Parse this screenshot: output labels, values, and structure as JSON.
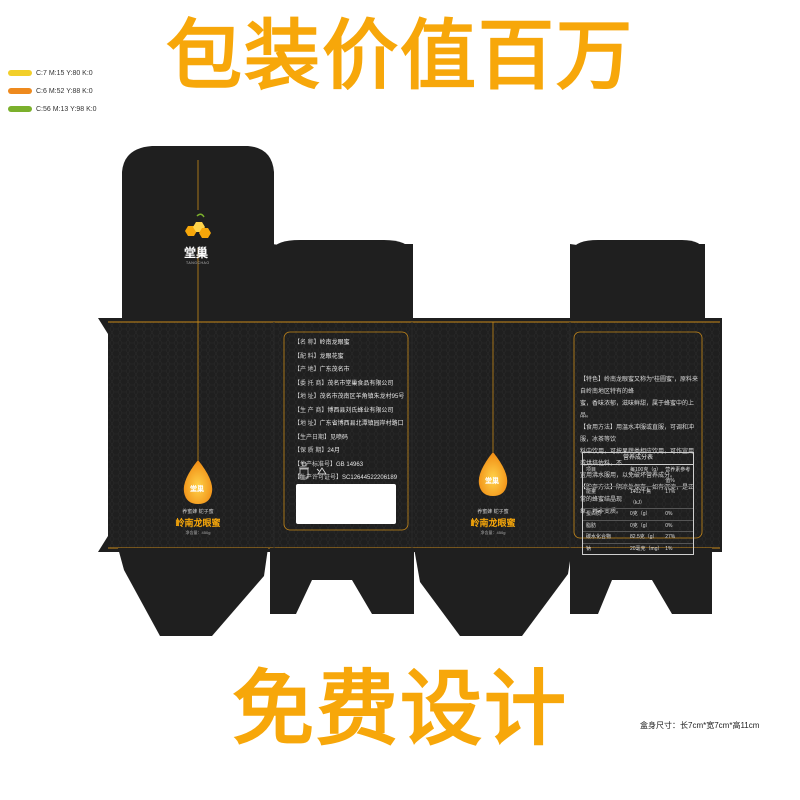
{
  "headline_top": "包装价值百万",
  "headline_bottom": "免费设计",
  "color_swatches": [
    {
      "code": "C:7 M:15 Y:80 K:0",
      "color": "#f2cf2a"
    },
    {
      "code": "C:6 M:52 Y:88 K:0",
      "color": "#ee8a1e"
    },
    {
      "code": "C:56 M:13 Y:98 K:0",
      "color": "#7bb02c"
    }
  ],
  "brand": {
    "name": "堂巢",
    "sub": "TANGCHAO"
  },
  "product": {
    "tagline": "养蜜蜂  蛇子蜜",
    "name": "岭南龙眼蜜",
    "net_weight": "净含量：450g"
  },
  "specs": [
    {
      "key": "【名      称】",
      "value": "岭南龙眼蜜"
    },
    {
      "key": "【配      料】",
      "value": "龙眼花蜜"
    },
    {
      "key": "【产      地】",
      "value": "广东茂名市"
    },
    {
      "key": "【委 托 商】",
      "value": "茂名市堂巢食品有限公司"
    },
    {
      "key": "【地      址】",
      "value": "茂名市茂南区羊角镇朱龙村95号"
    },
    {
      "key": "【生 产 商】",
      "value": "博西县刘氏蜂业有限公司"
    },
    {
      "key": "【地      址】",
      "value": "广东省博西县北潭镇园岸村路口"
    },
    {
      "key": "【生产日期】",
      "value": "见喷码"
    },
    {
      "key": "【保 质 期】",
      "value": "24月"
    },
    {
      "key": "【生产标准号】",
      "value": "GB 14963"
    },
    {
      "key": "【生产许可证号】",
      "value": "SC12644522206189"
    }
  ],
  "description": [
    "【特色】岭南龙眼蜜又称为“桂圆蜜”，原料来自岭南地区特有的蜂",
    "蜜，香味浓郁，滋味鲜甜，属于蜂蜜中的上品。",
    "【食用方法】用温水冲服或直服，可调和冲服，冰茶等饮",
    "料中饮用，可按果蔬类相应饮用，可作宜用或烘焙佐料，不",
    "宜用沸水服用，以免破坏营养成分。",
    "【贮存方法】阴凉处保存，如有沉淀，是正常的蜂蜜结晶现",
    "象，并非变质。"
  ],
  "nutrition": {
    "title": "营养成分表",
    "headers": [
      "项目",
      "每100克（g）",
      "营养素参考值%"
    ],
    "rows": [
      [
        "能量",
        "1402千焦（kJ）",
        "17%"
      ],
      [
        "蛋白质",
        "0克（g）",
        "0%"
      ],
      [
        "脂肪",
        "0克（g）",
        "0%"
      ],
      [
        "碳水化合物",
        "82.5克（g）",
        "27%"
      ],
      [
        "钠",
        "20毫克（mg）",
        "1%"
      ]
    ]
  },
  "box_dimensions": "盒身尺寸：长7cm*宽7cm*高11cm",
  "colors": {
    "accent": "#f7a70a",
    "dieline_black": "#1f1f1f",
    "gold_line": "#c98a1a"
  }
}
